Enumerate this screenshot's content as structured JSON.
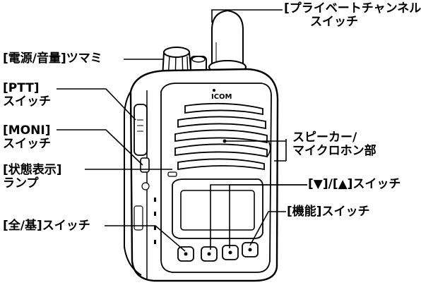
{
  "brand": "ICOM",
  "labels": {
    "private_channel": [
      "[プライベートチャンネル]",
      "スイッチ"
    ],
    "power_volume": "[電源/音量]ツマミ",
    "ptt": [
      "[PTT]",
      "スイッチ"
    ],
    "moni": [
      "[MONI]",
      "スイッチ"
    ],
    "status_display": [
      "[状態表示]",
      "ランプ"
    ],
    "speaker_mic": [
      "スピーカー/",
      "マイクロホン部"
    ],
    "up_down": "[▼]/[▲]スイッチ",
    "function": "[機能]スイッチ",
    "all_base": "[全/基]スイッチ"
  }
}
